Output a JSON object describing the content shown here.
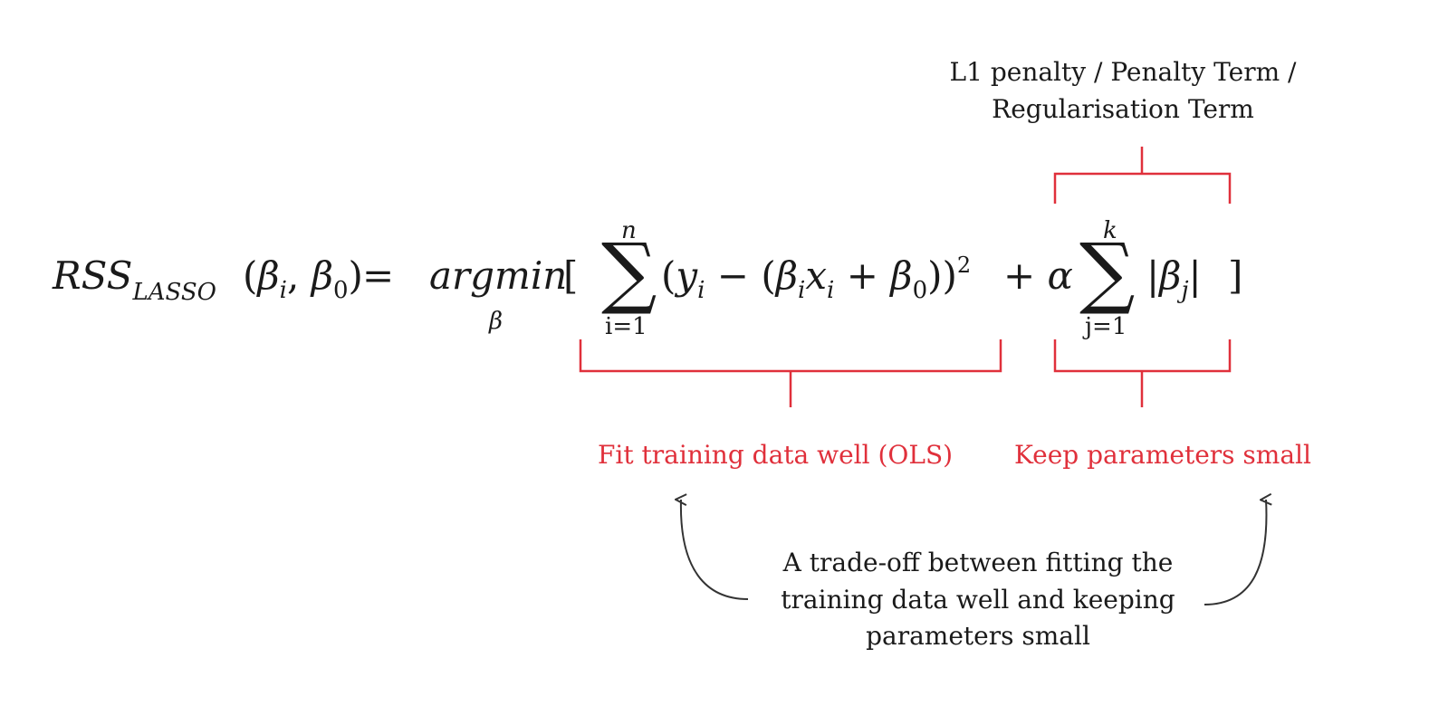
{
  "equation": {
    "lhs_main": "RSS",
    "lhs_sub": "LASSO",
    "lhs_args_open": "(",
    "beta": "β",
    "sub_i": "i",
    "comma": ", ",
    "sub_0": "0",
    "lhs_args_close": ")",
    "equals": " = ",
    "argmin": "argmin",
    "argmin_under": "β",
    "open_bracket": "[",
    "sum_symbol": "∑",
    "sum1_upper": "n",
    "sum1_lower": "i=1",
    "sum2_upper": "k",
    "sum2_lower": "j=1",
    "term1_open": "(",
    "y": "y",
    "minus": " − ",
    "paren_open": "(",
    "x": "x",
    "plus": " + ",
    "term1_close": "))",
    "power": "2",
    "alpha": "α",
    "abs_bar": "|",
    "sub_j": "j",
    "close_bracket": "]"
  },
  "labels": {
    "penalty_line1": "L1 penalty / Penalty Term /",
    "penalty_line2": "Regularisation Term",
    "ols": "Fit training data well (OLS)",
    "small": "Keep parameters small",
    "tradeoff_line1": "A trade-off between fitting the",
    "tradeoff_line2": "training data well and keeping",
    "tradeoff_line3": "parameters small"
  },
  "colors": {
    "accent": "#e0303b",
    "ink": "#1a1a1a",
    "arrow": "#333333"
  }
}
